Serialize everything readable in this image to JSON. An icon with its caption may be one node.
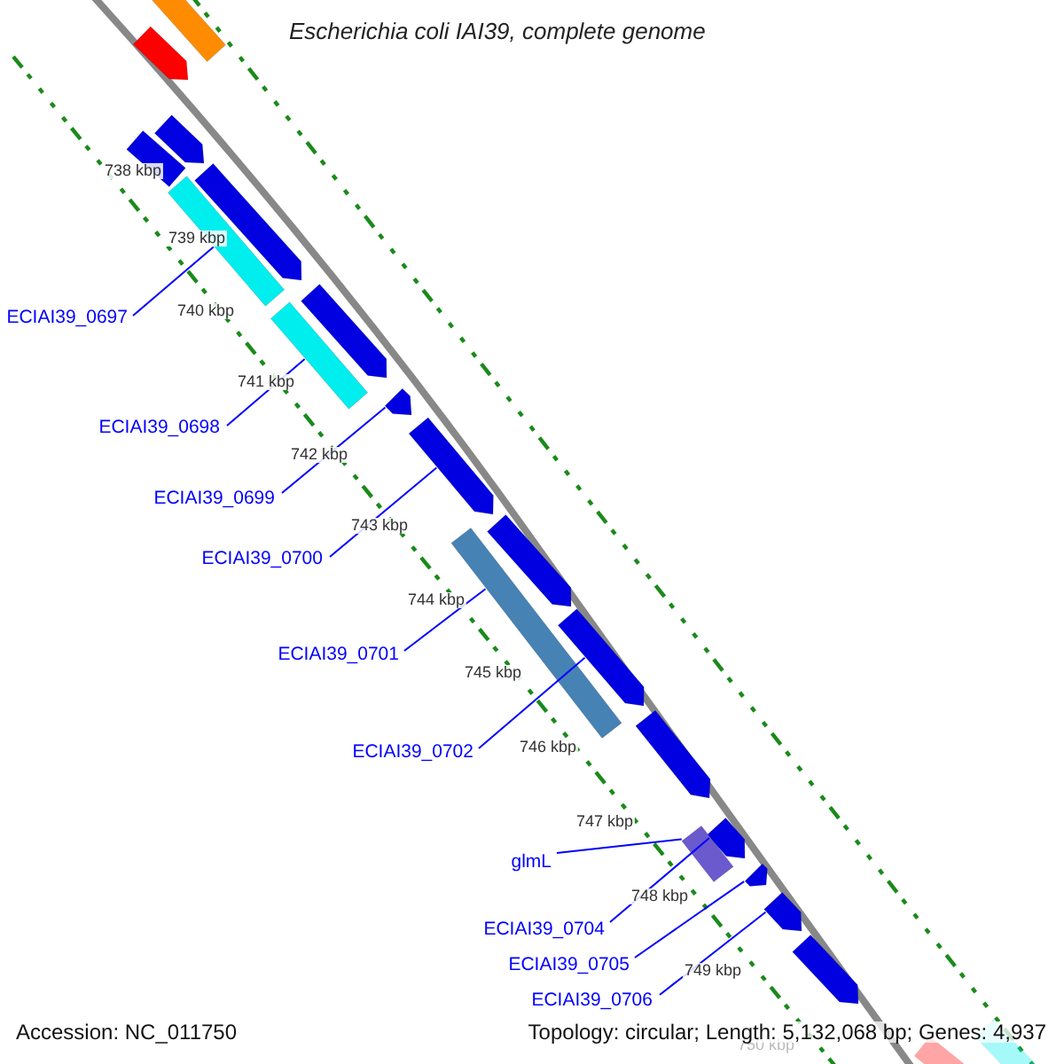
{
  "diagram": {
    "title": "Escherichia coli IAI39, complete genome",
    "nodes": [
      {
        "text": [
          "ECIAI39_0697"
        ]
      },
      {
        "text": [
          "ECIAI39_0698"
        ]
      },
      {
        "text": [
          "ECIAI39_0699"
        ]
      },
      {
        "text": [
          "ECIAI39_0700"
        ]
      },
      {
        "text": [
          "ECIAI39_0701"
        ]
      },
      {
        "text": [
          "ECIAI39_0702"
        ]
      },
      {
        "text": [
          "glmL"
        ]
      },
      {
        "text": [
          "ECIAI39_0704"
        ]
      },
      {
        "text": [
          "ECIAI39_0705"
        ]
      },
      {
        "text": [
          "ECIAI39_0706"
        ]
      },
      {
        "text": [],
        "shape": "bar"
      },
      {
        "text": [],
        "shape": "arrow"
      },
      {
        "text": [],
        "shape": "arrow"
      },
      {
        "text": [],
        "shape": "bar"
      },
      {
        "text": [],
        "shape": "arrow"
      },
      {
        "text": [],
        "shape": "bar"
      },
      {
        "text": [],
        "shape": "arrow"
      },
      {
        "text": [],
        "shape": "bar"
      },
      {
        "text": [],
        "shape": "arrow"
      },
      {
        "text": [],
        "shape": "arrow"
      },
      {
        "text": [],
        "shape": "arrow"
      },
      {
        "text": [],
        "shape": "bar"
      },
      {
        "text": [],
        "shape": "arrow"
      },
      {
        "text": [],
        "shape": "arrow"
      },
      {
        "text": [],
        "shape": "arrow"
      },
      {
        "text": [],
        "shape": "bar"
      },
      {
        "text": [],
        "shape": "arrow"
      },
      {
        "text": [],
        "shape": "arrow"
      },
      {
        "text": [],
        "shape": "arrow"
      },
      {
        "text": [],
        "shape": "bar"
      },
      {
        "text": [],
        "shape": "bar"
      }
    ],
    "edges": [
      {
        "from": 0,
        "to": 15,
        "arrow": "none"
      },
      {
        "from": 1,
        "to": 17,
        "arrow": "none"
      },
      {
        "from": 2,
        "to": 18,
        "arrow": "none"
      },
      {
        "from": 3,
        "to": 19,
        "arrow": "none"
      },
      {
        "from": 4,
        "to": 21,
        "arrow": "none"
      },
      {
        "from": 5,
        "to": 22,
        "arrow": "none"
      },
      {
        "from": 6,
        "to": 25,
        "arrow": "none"
      },
      {
        "from": 7,
        "to": 24,
        "arrow": "none"
      },
      {
        "from": 8,
        "to": 26,
        "arrow": "none"
      },
      {
        "from": 9,
        "to": 27,
        "arrow": "none"
      }
    ],
    "labels": [
      "738 kbp",
      "739 kbp",
      "740 kbp",
      "741 kbp",
      "742 kbp",
      "743 kbp",
      "744 kbp",
      "745 kbp",
      "746 kbp",
      "747 kbp",
      "748 kbp",
      "749 kbp",
      "750 kbp",
      "Accession: NC_011750",
      "Topology: circular; Length: 5,132,068 bp; Genes: 4,937"
    ]
  }
}
